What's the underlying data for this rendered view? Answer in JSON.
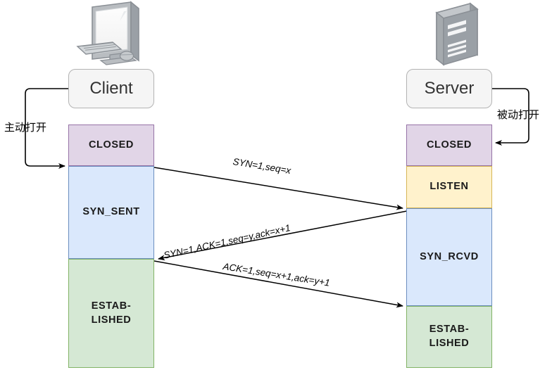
{
  "diagram": {
    "title": "TCP three-way handshake state diagram",
    "colors": {
      "closed_fill": "#e1d5e7",
      "closed_stroke": "#9673a6",
      "listen_fill": "#fff2cc",
      "listen_stroke": "#d6b656",
      "syn_fill": "#dae8fc",
      "syn_stroke": "#6c8ebf",
      "established_fill": "#d5e8d4",
      "established_stroke": "#82b366",
      "role_fill": "#f5f5f5",
      "role_stroke": "#b3b3b3",
      "arrow": "#000000",
      "icon_gray": "#9aa0a6"
    }
  },
  "client": {
    "role_label": "Client",
    "icon": "desktop-computer-icon",
    "open_label": "主动打开",
    "states": [
      {
        "id": "closed",
        "label": "CLOSED"
      },
      {
        "id": "syn_sent",
        "label": "SYN_SENT"
      },
      {
        "id": "established",
        "line1": "ESTAB-",
        "line2": "LISHED"
      }
    ]
  },
  "server": {
    "role_label": "Server",
    "icon": "server-tower-icon",
    "open_label": "被动打开",
    "states": [
      {
        "id": "closed",
        "label": "CLOSED"
      },
      {
        "id": "listen",
        "label": "LISTEN"
      },
      {
        "id": "syn_rcvd",
        "label": "SYN_RCVD"
      },
      {
        "id": "established",
        "line1": "ESTAB-",
        "line2": "LISHED"
      }
    ]
  },
  "messages": [
    {
      "id": "syn",
      "text": "SYN=1,seq=x",
      "direction": "client-to-server"
    },
    {
      "id": "syn_ack",
      "text": "SYN=1,ACK=1,seq=y,ack=x+1",
      "direction": "server-to-client"
    },
    {
      "id": "ack",
      "text": "ACK=1,seq=x+1,ack=y+1",
      "direction": "client-to-server"
    }
  ]
}
